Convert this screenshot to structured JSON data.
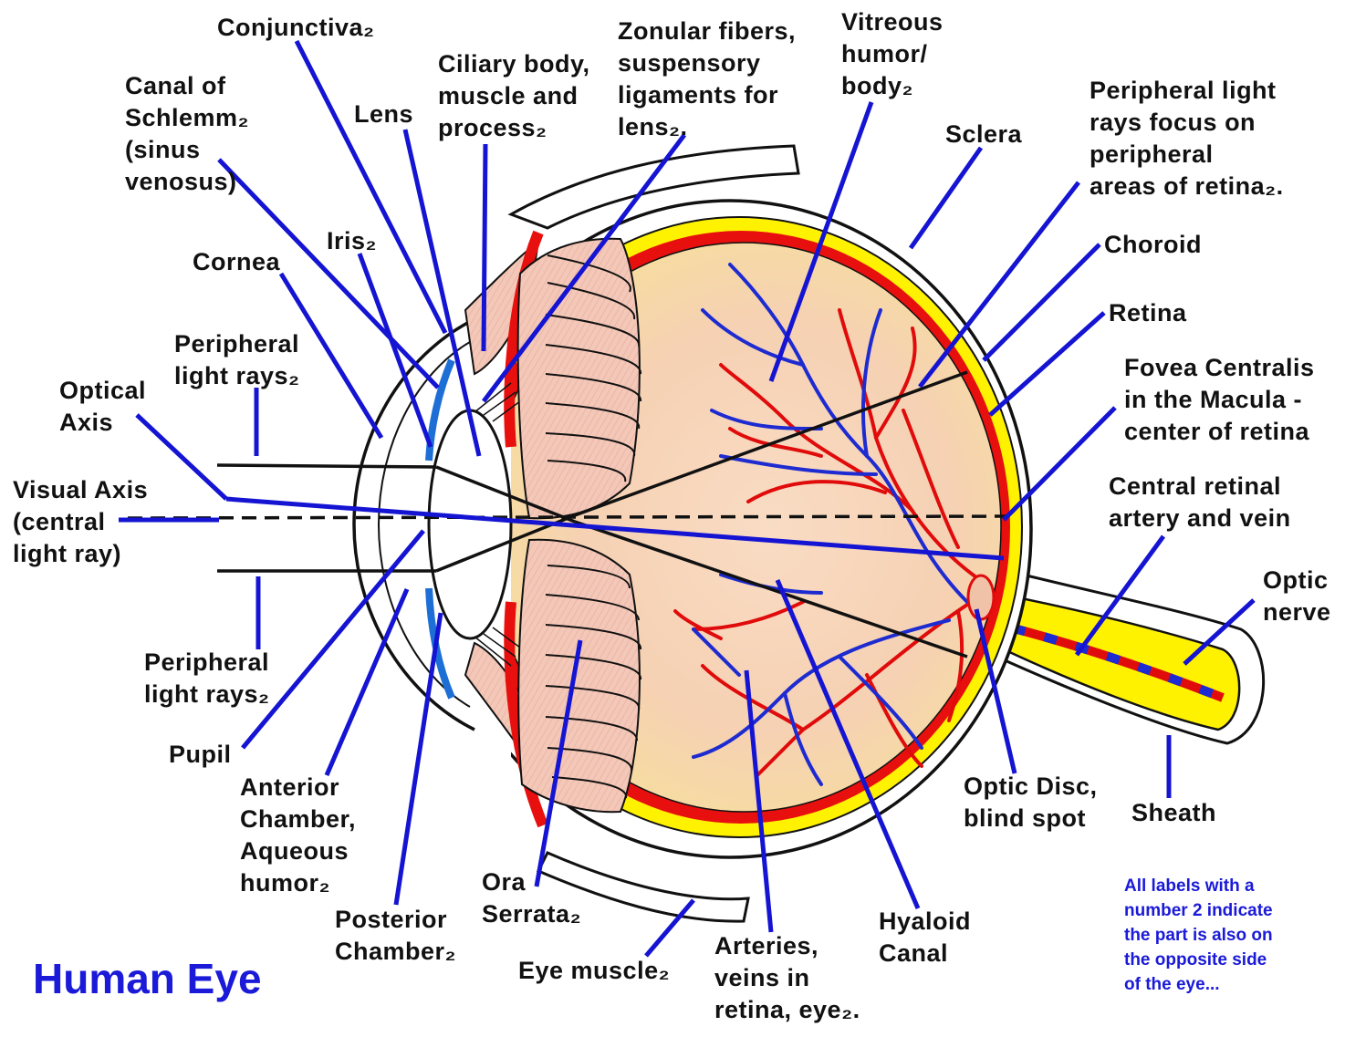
{
  "title": "Human Eye",
  "note": "All labels with a\nnumber 2 indicate\nthe part is also on\nthe opposite side\nof the eye...",
  "colors": {
    "leader": "#1414d2",
    "sclera_fill": "#ffffff",
    "choroid": "#e8100f",
    "retina": "#fff200",
    "vitreous": "#f6d6b8",
    "vessel_artery": "#e00b0b",
    "vessel_vein": "#1d2bd0",
    "title": "#1a1ad8"
  },
  "labels": {
    "conjunctiva": "Conjunctiva₂",
    "canal": "Canal of\nSchlemm₂\n(sinus\nvenosus)",
    "lens": "Lens",
    "ciliary": "Ciliary body,\nmuscle and\nprocess₂",
    "zonular": "Zonular fibers,\nsuspensory\nligaments for\nlens₂.",
    "vitreous": "Vitreous\nhumor/\nbody₂",
    "sclera": "Sclera",
    "peripheral_focus": "Peripheral light\nrays focus on\nperipheral\nareas of retina₂.",
    "choroid": "Choroid",
    "retina": "Retina",
    "fovea": "Fovea Centralis\nin the Macula -\ncenter of retina",
    "central_retinal": "Central retinal\nartery and vein",
    "optic_nerve": "Optic\nnerve",
    "iris": "Iris₂",
    "cornea": "Cornea",
    "peripheral_top": "Peripheral\nlight rays₂",
    "optical_axis": "Optical\nAxis",
    "visual_axis": "Visual Axis\n(central\nlight ray)",
    "peripheral_bottom": "Peripheral\nlight rays₂",
    "pupil": "Pupil",
    "anterior": "Anterior\nChamber,\nAqueous\nhumor₂",
    "posterior": "Posterior\nChamber₂",
    "ora": "Ora\nSerrata₂",
    "eye_muscle": "Eye muscle₂",
    "arteries": "Arteries,\nveins in\nretina, eye₂.",
    "hyaloid": "Hyaloid\nCanal",
    "optic_disc": "Optic Disc,\nblind spot",
    "sheath": "Sheath"
  }
}
